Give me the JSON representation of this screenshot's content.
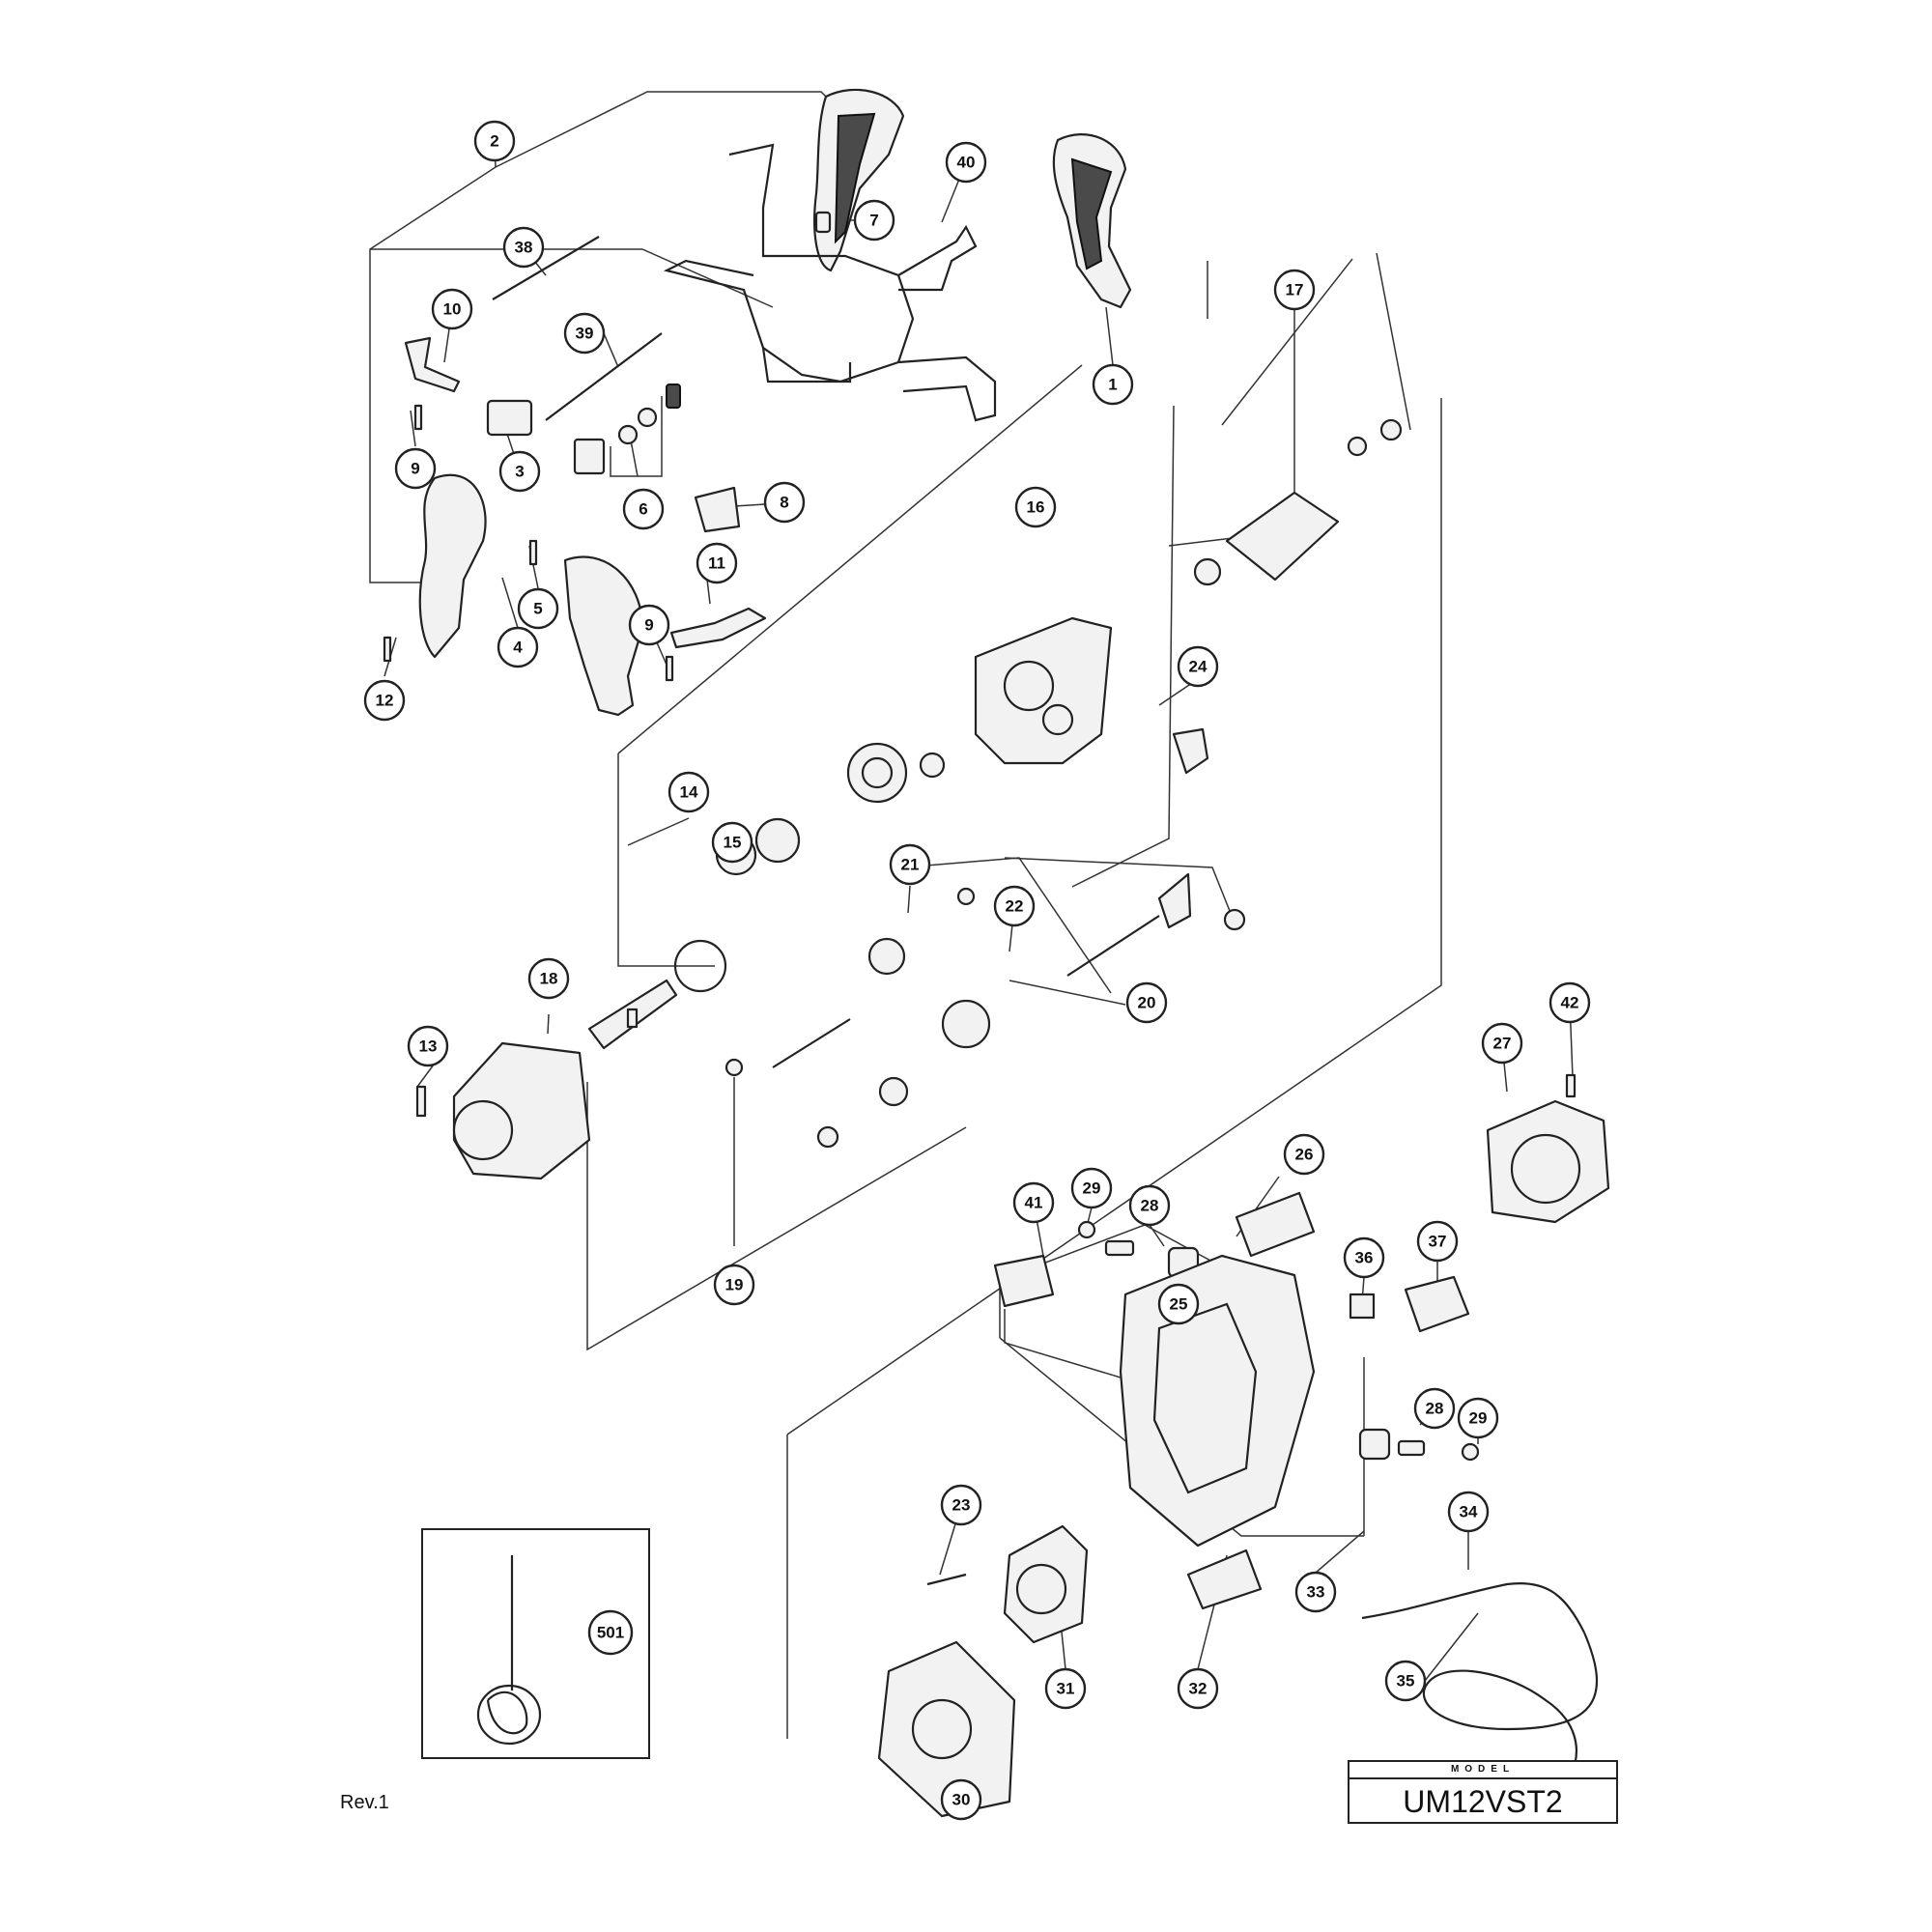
{
  "callouts": [
    {
      "num": "1"
    },
    {
      "num": "2"
    },
    {
      "num": "3"
    },
    {
      "num": "4"
    },
    {
      "num": "5"
    },
    {
      "num": "6"
    },
    {
      "num": "7"
    },
    {
      "num": "8"
    },
    {
      "num": "9"
    },
    {
      "num": "9"
    },
    {
      "num": "10"
    },
    {
      "num": "11"
    },
    {
      "num": "12"
    },
    {
      "num": "13"
    },
    {
      "num": "14"
    },
    {
      "num": "15"
    },
    {
      "num": "16"
    },
    {
      "num": "17"
    },
    {
      "num": "18"
    },
    {
      "num": "19"
    },
    {
      "num": "20"
    },
    {
      "num": "21"
    },
    {
      "num": "22"
    },
    {
      "num": "23"
    },
    {
      "num": "24"
    },
    {
      "num": "25"
    },
    {
      "num": "26"
    },
    {
      "num": "27"
    },
    {
      "num": "28"
    },
    {
      "num": "28"
    },
    {
      "num": "29"
    },
    {
      "num": "29"
    },
    {
      "num": "30"
    },
    {
      "num": "31"
    },
    {
      "num": "32"
    },
    {
      "num": "33"
    },
    {
      "num": "34"
    },
    {
      "num": "35"
    },
    {
      "num": "36"
    },
    {
      "num": "37"
    },
    {
      "num": "38"
    },
    {
      "num": "39"
    },
    {
      "num": "40"
    },
    {
      "num": "41"
    },
    {
      "num": "42"
    },
    {
      "num": "501"
    }
  ],
  "footer": {
    "revision": "Rev.1",
    "model_caption": "MODEL",
    "model_name": "UM12VST2"
  }
}
